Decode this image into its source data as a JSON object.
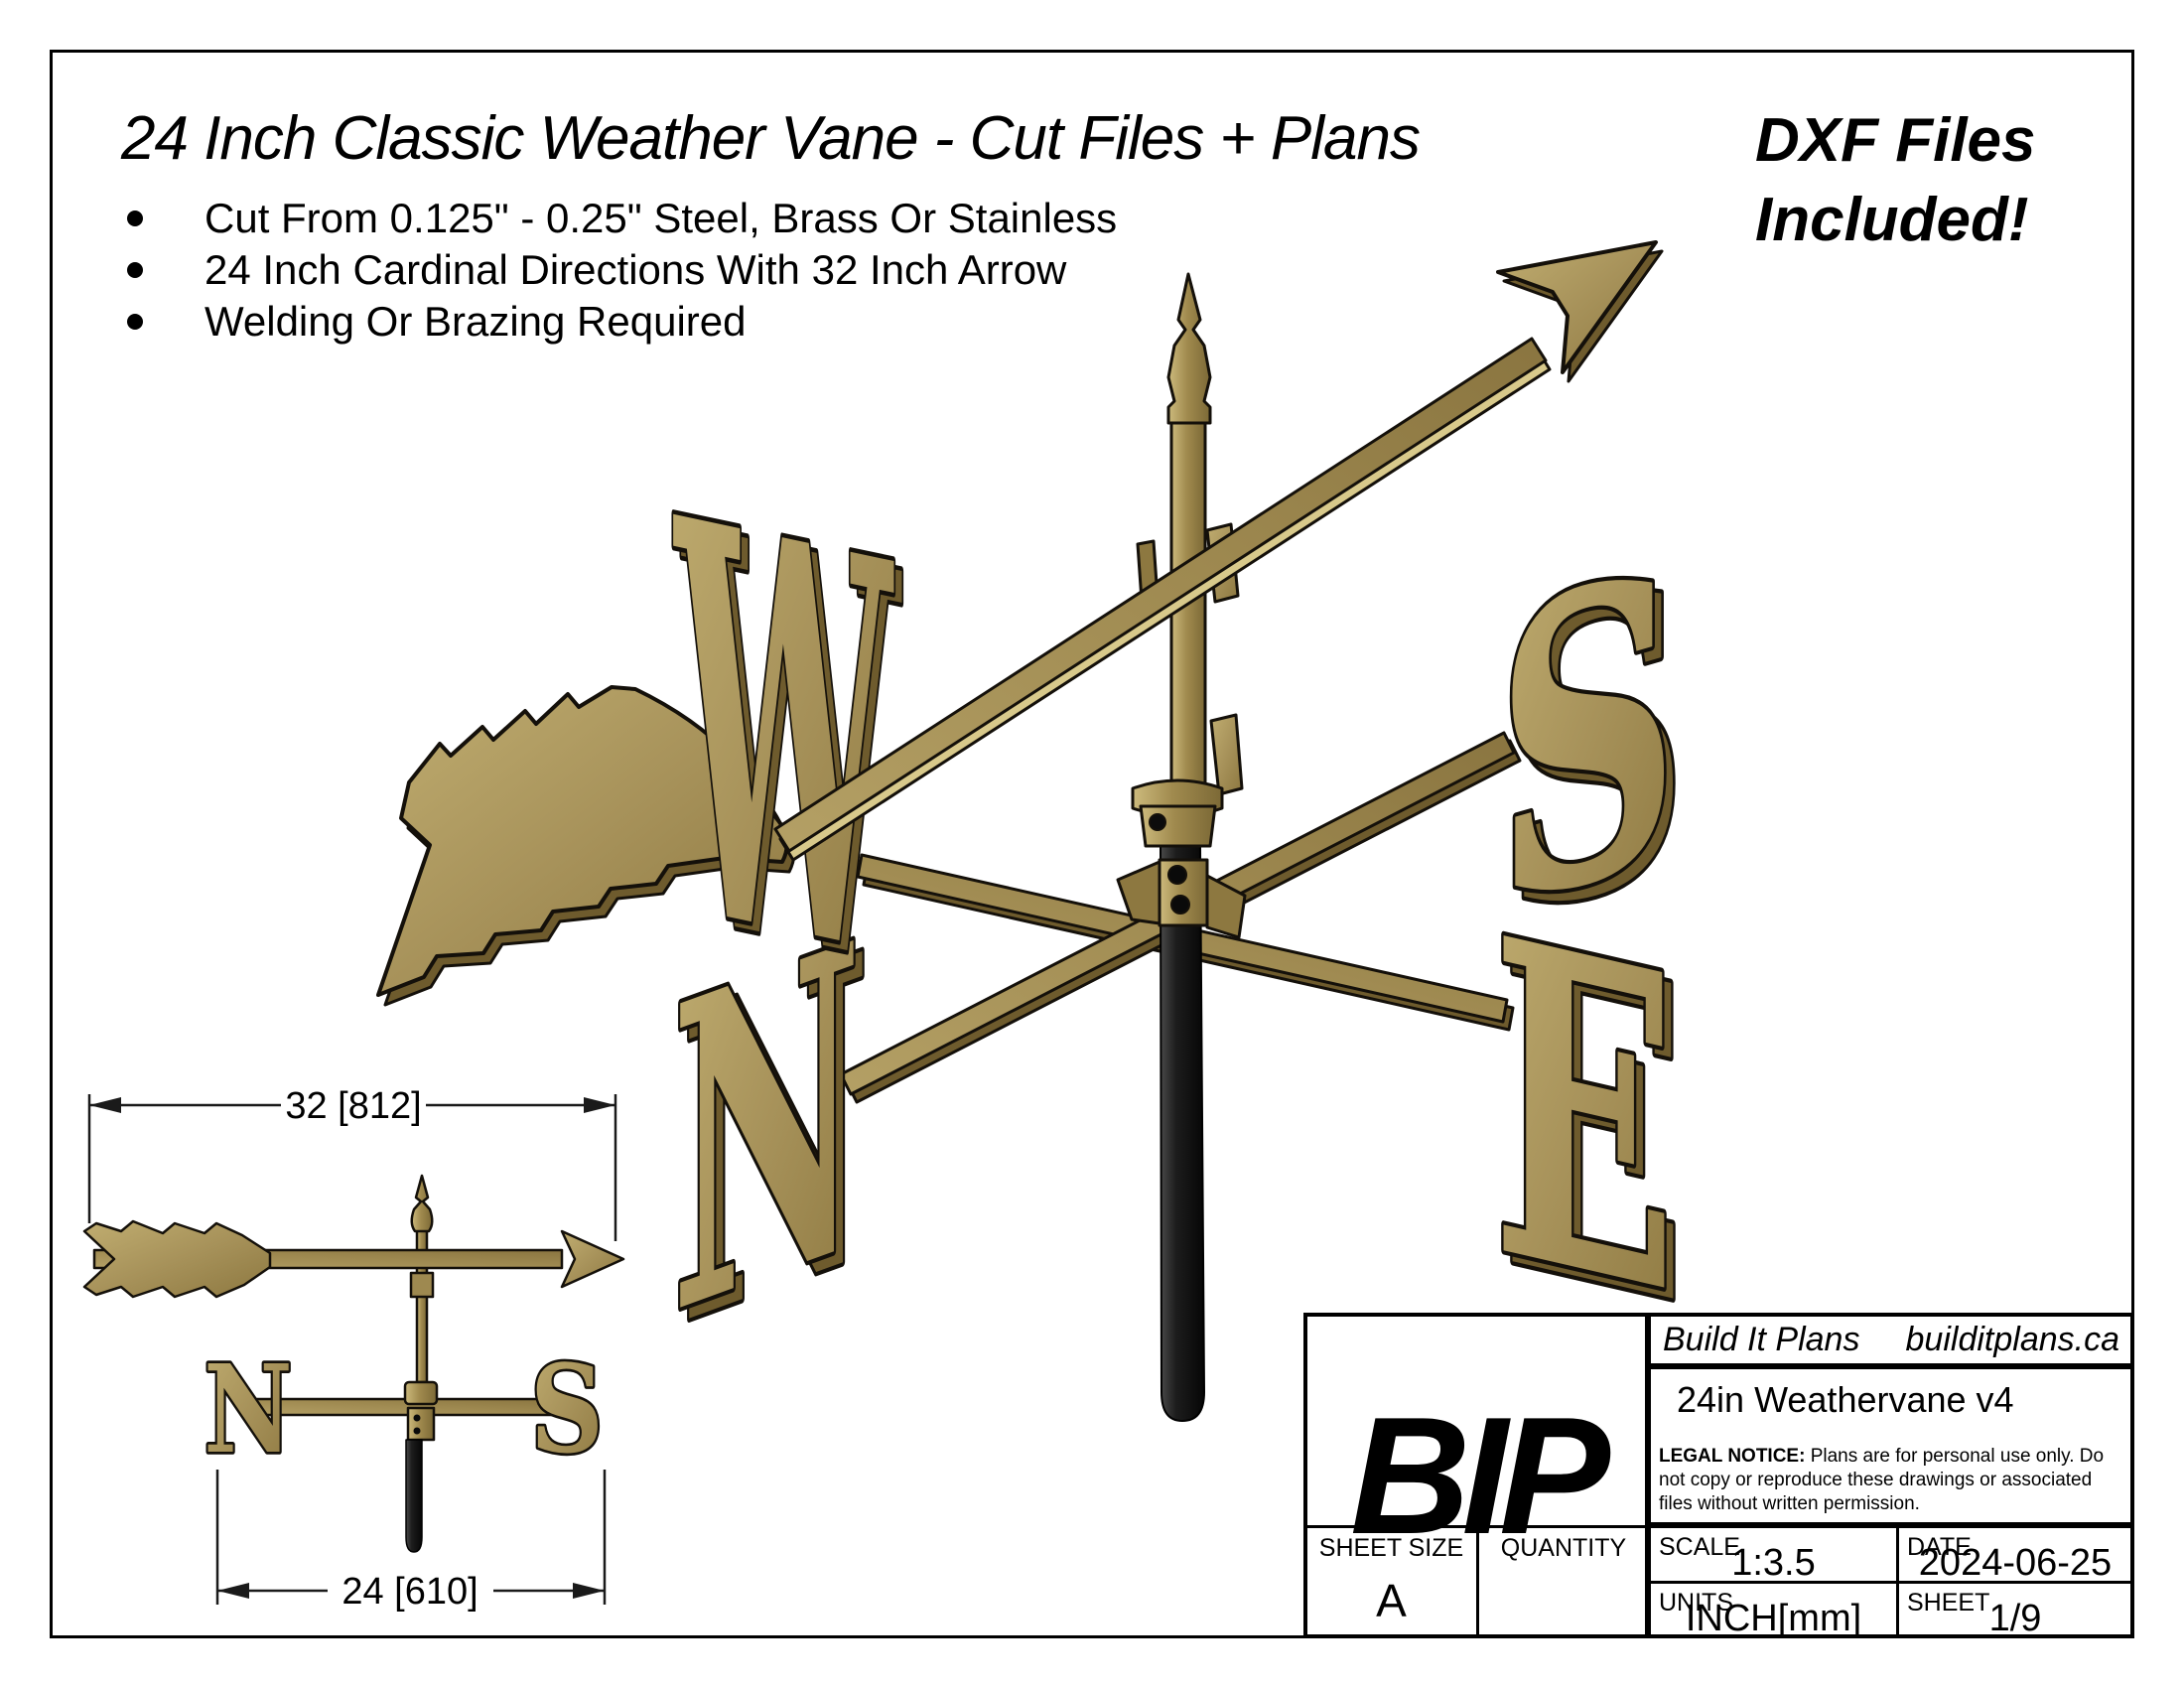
{
  "header": {
    "title": "24 Inch Classic Weather Vane - Cut Files + Plans",
    "bullets": [
      "Cut From 0.125\" - 0.25\" Steel, Brass Or Stainless",
      "24 Inch Cardinal Directions With 32 Inch Arrow",
      "Welding Or Brazing Required"
    ],
    "dxf_line1": "DXF Files",
    "dxf_line2": "Included!"
  },
  "render": {
    "letters": {
      "west": "W",
      "south": "S",
      "north": "N",
      "east": "E"
    },
    "colors": {
      "brass": "#a7925a",
      "brass_light": "#d8c98b",
      "brass_dark": "#6e5b2d",
      "outline": "#14100a",
      "mount_rod": "#1b1b1b"
    }
  },
  "dim_view": {
    "arrow_span_label": "32 [812]",
    "directions_span_label": "24 [610]",
    "letters": {
      "north": "N",
      "south": "S"
    }
  },
  "title_block": {
    "logo": "BIP",
    "company": "Build It Plans",
    "website": "builditplans.ca",
    "drawing_title": "24in Weathervane v4",
    "legal_notice_label": "LEGAL NOTICE:",
    "legal_notice_text": " Plans are for personal use only. Do not copy or reproduce these drawings or associated files without written permission.",
    "sheet_size_label": "SHEET SIZE",
    "sheet_size_value": "A",
    "quantity_label": "QUANTITY",
    "scale_label": "SCALE",
    "scale_value": "1:3.5",
    "date_label": "DATE",
    "date_value": "2024-06-25",
    "units_label": "UNITS",
    "units_value": "INCH[mm]",
    "sheet_label": "SHEET",
    "sheet_value": "1/9"
  }
}
